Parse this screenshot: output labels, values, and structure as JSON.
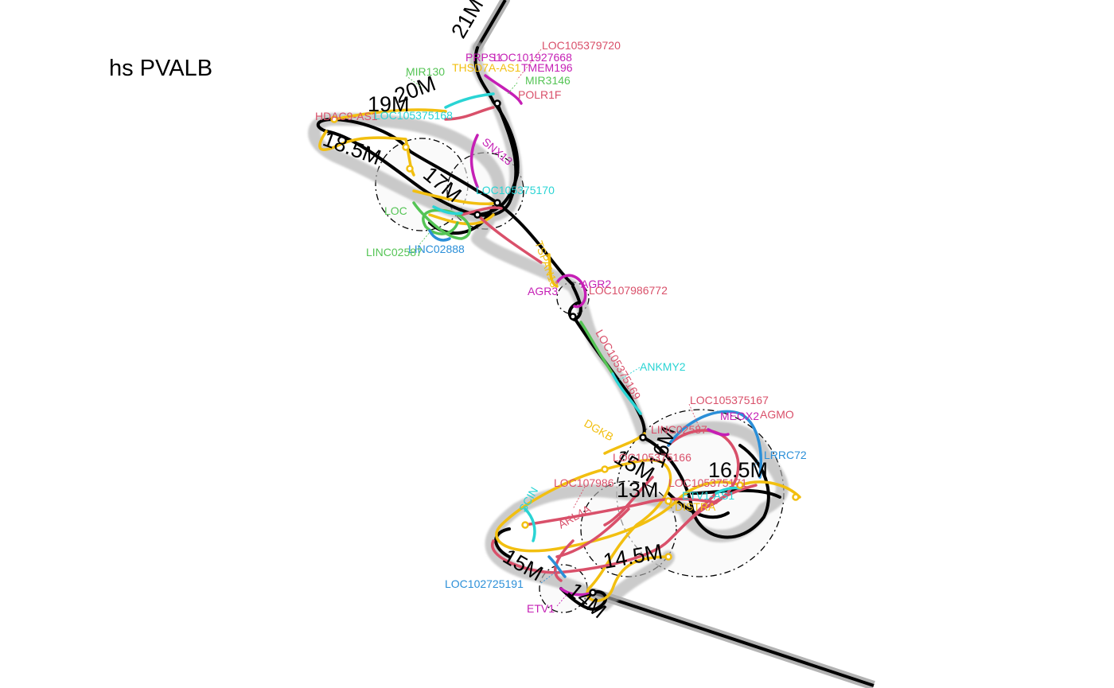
{
  "title": "hs PVALB",
  "colors": {
    "red": "#d9506a",
    "magenta": "#c51fb5",
    "green": "#55c455",
    "cyan": "#2ad4d4",
    "blue": "#2b8fd8",
    "yellow": "#f2bf10",
    "black": "#000000",
    "shadow": "#b3b3b3"
  },
  "scale_labels": [
    "21M",
    "20M",
    "19M",
    "18.5M",
    "17M",
    "16M",
    "16.5M",
    "15M",
    "14M",
    "14.5M",
    "13M",
    "15M"
  ],
  "genes": [
    {
      "name": "LOC105379720",
      "color": "red"
    },
    {
      "name": "PRPS1",
      "color": "magenta"
    },
    {
      "name": "LOC101927668",
      "color": "magenta"
    },
    {
      "name": "MIR130",
      "color": "green"
    },
    {
      "name": "THSD7A-AS1",
      "color": "yellow"
    },
    {
      "name": "TMEM196",
      "color": "magenta"
    },
    {
      "name": "MIR3146",
      "color": "green"
    },
    {
      "name": "POLR1F",
      "color": "red"
    },
    {
      "name": "HDAC9-AS1",
      "color": "red"
    },
    {
      "name": "LOC105375168",
      "color": "cyan"
    },
    {
      "name": "SNX13",
      "color": "magenta"
    },
    {
      "name": "LOC105375170",
      "color": "cyan"
    },
    {
      "name": "LOC",
      "color": "green"
    },
    {
      "name": "LINC02888",
      "color": "blue"
    },
    {
      "name": "LINC02587",
      "color": "green"
    },
    {
      "name": "AGR2",
      "color": "magenta"
    },
    {
      "name": "AGR3",
      "color": "magenta"
    },
    {
      "name": "LOC107986772",
      "color": "red"
    },
    {
      "name": "TSPAN13",
      "color": "yellow"
    },
    {
      "name": "LOC105375169",
      "color": "red"
    },
    {
      "name": "ANKMY2",
      "color": "cyan"
    },
    {
      "name": "LOC105375167",
      "color": "red"
    },
    {
      "name": "MEOX2",
      "color": "magenta"
    },
    {
      "name": "AGMO",
      "color": "red"
    },
    {
      "name": "DGKB",
      "color": "yellow"
    },
    {
      "name": "LINC02587",
      "color": "red"
    },
    {
      "name": "LRRC72",
      "color": "blue"
    },
    {
      "name": "LOC105375166",
      "color": "red"
    },
    {
      "name": "LOC107986",
      "color": "red"
    },
    {
      "name": "LOC105375171",
      "color": "red"
    },
    {
      "name": "ETV1-AS1",
      "color": "cyan"
    },
    {
      "name": "DISTRA",
      "color": "yellow"
    },
    {
      "name": "SCIN",
      "color": "cyan"
    },
    {
      "name": "ARL4A",
      "color": "red"
    },
    {
      "name": "LOC102725191",
      "color": "blue"
    },
    {
      "name": "ETV1",
      "color": "magenta"
    }
  ]
}
